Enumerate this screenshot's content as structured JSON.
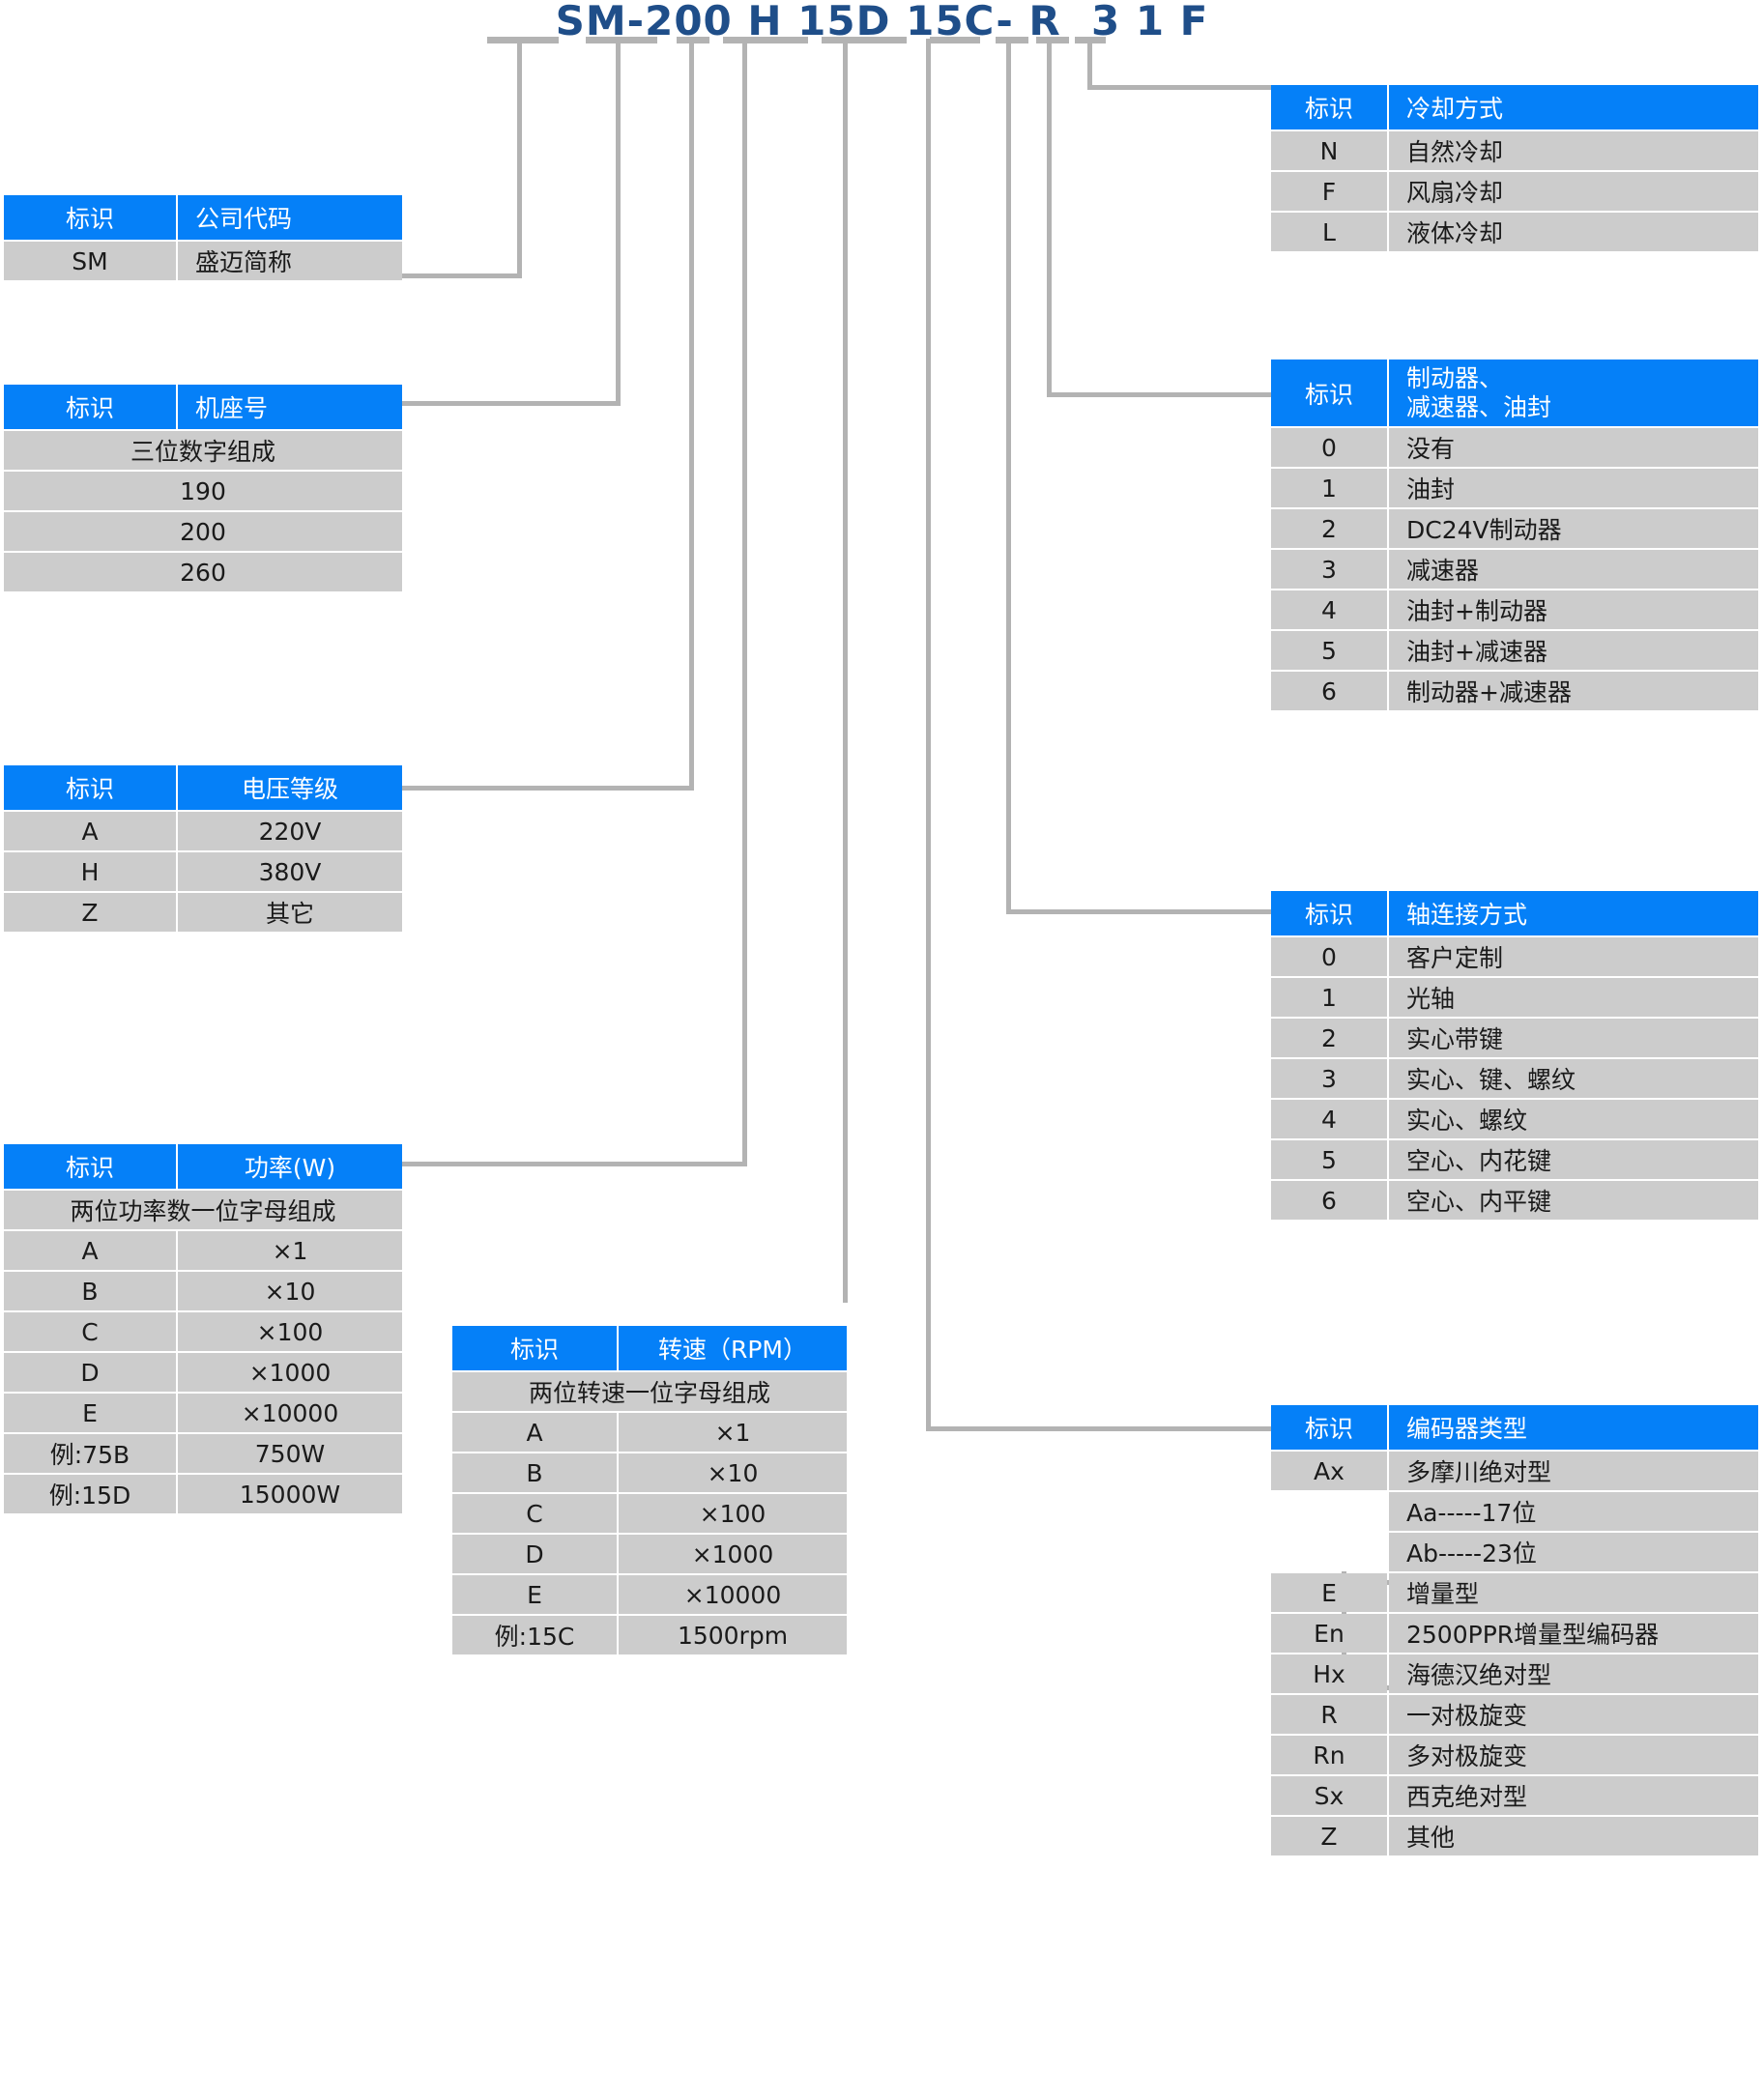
{
  "title": {
    "model_code": "SM-200 H 15D 15C- R  3 1 F"
  },
  "colors": {
    "header_blue": "#0580f8",
    "cell_gray": "#cccccc",
    "line_gray": "#b3b3b3",
    "title_blue": "#1f4e89"
  },
  "tables": {
    "company": {
      "header_id": "标识",
      "header_val": "公司代码",
      "rows": [
        {
          "id": "SM",
          "val": "盛迈简称"
        }
      ]
    },
    "frame_size": {
      "header_id": "标识",
      "header_val": "机座号",
      "note": "三位数字组成",
      "rows": [
        {
          "val": "190"
        },
        {
          "val": "200"
        },
        {
          "val": "260"
        }
      ]
    },
    "voltage": {
      "header_id": "标识",
      "header_val": "电压等级",
      "rows": [
        {
          "id": "A",
          "val": "220V"
        },
        {
          "id": "H",
          "val": "380V"
        },
        {
          "id": "Z",
          "val": "其它"
        }
      ]
    },
    "power": {
      "header_id": "标识",
      "header_val": "功率(W)",
      "note": "两位功率数一位字母组成",
      "rows": [
        {
          "id": "A",
          "val": "×1"
        },
        {
          "id": "B",
          "val": "×10"
        },
        {
          "id": "C",
          "val": "×100"
        },
        {
          "id": "D",
          "val": "×1000"
        },
        {
          "id": "E",
          "val": "×10000"
        },
        {
          "id": "例:75B",
          "val": "750W"
        },
        {
          "id": "例:15D",
          "val": "15000W"
        }
      ]
    },
    "speed": {
      "header_id": "标识",
      "header_val": "转速（RPM）",
      "note": "两位转速一位字母组成",
      "rows": [
        {
          "id": "A",
          "val": "×1"
        },
        {
          "id": "B",
          "val": "×10"
        },
        {
          "id": "C",
          "val": "×100"
        },
        {
          "id": "D",
          "val": "×1000"
        },
        {
          "id": "E",
          "val": "×10000"
        },
        {
          "id": "例:15C",
          "val": "1500rpm"
        }
      ]
    },
    "cooling": {
      "header_id": "标识",
      "header_val": "冷却方式",
      "rows": [
        {
          "id": "N",
          "val": "自然冷却"
        },
        {
          "id": "F",
          "val": "风扇冷却"
        },
        {
          "id": "L",
          "val": "液体冷却"
        }
      ]
    },
    "brake": {
      "header_id": "标识",
      "header_val_line1": "制动器、",
      "header_val_line2": "减速器、油封",
      "rows": [
        {
          "id": "0",
          "val": "没有"
        },
        {
          "id": "1",
          "val": "油封"
        },
        {
          "id": "2",
          "val": "DC24V制动器"
        },
        {
          "id": "3",
          "val": "减速器"
        },
        {
          "id": "4",
          "val": "油封+制动器"
        },
        {
          "id": "5",
          "val": "油封+减速器"
        },
        {
          "id": "6",
          "val": "制动器+减速器"
        }
      ]
    },
    "shaft": {
      "header_id": "标识",
      "header_val": "轴连接方式",
      "rows": [
        {
          "id": "0",
          "val": "客户定制"
        },
        {
          "id": "1",
          "val": "光轴"
        },
        {
          "id": "2",
          "val": "实心带键"
        },
        {
          "id": "3",
          "val": "实心、键、螺纹"
        },
        {
          "id": "4",
          "val": "实心、螺纹"
        },
        {
          "id": "5",
          "val": "空心、内花键"
        },
        {
          "id": "6",
          "val": "空心、内平键"
        }
      ]
    },
    "encoder": {
      "header_id": "标识",
      "header_val": "编码器类型",
      "rows": [
        {
          "id": "Ax",
          "val": "多摩川绝对型",
          "sub": false
        },
        {
          "id": "",
          "val": "Aa-----17位",
          "sub": true
        },
        {
          "id": "",
          "val": "Ab-----23位",
          "sub": true
        },
        {
          "id": "E",
          "val": "增量型",
          "sub": false
        },
        {
          "id": "En",
          "val": "2500PPR增量型编码器",
          "sub": false
        },
        {
          "id": "Hx",
          "val": "海德汉绝对型",
          "sub": false
        },
        {
          "id": "R",
          "val": "一对极旋变",
          "sub": false
        },
        {
          "id": "Rn",
          "val": "多对极旋变",
          "sub": false
        },
        {
          "id": "Sx",
          "val": "西克绝对型",
          "sub": false
        },
        {
          "id": "Z",
          "val": "其他",
          "sub": false
        }
      ]
    }
  }
}
